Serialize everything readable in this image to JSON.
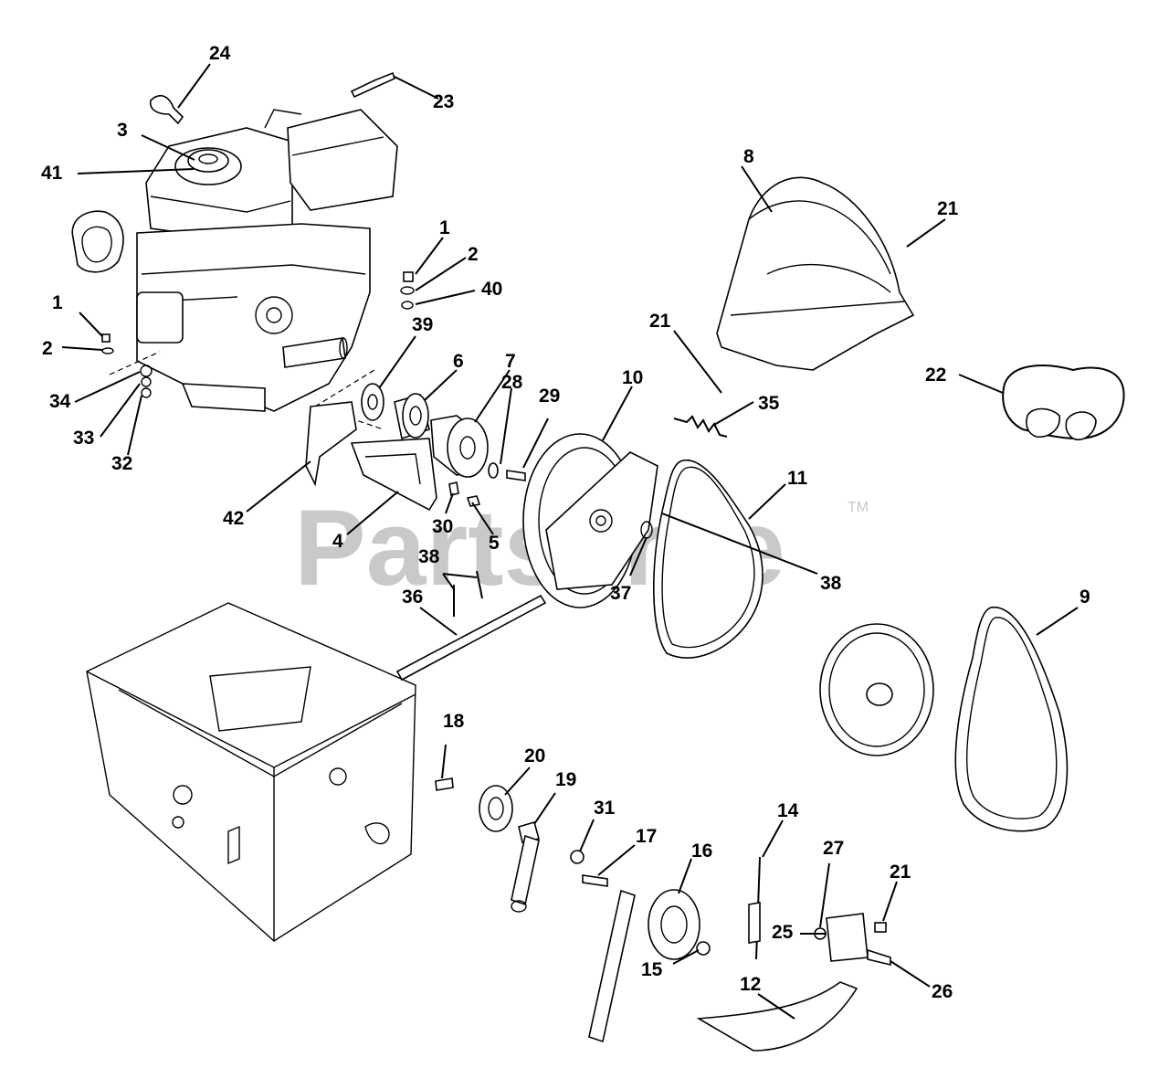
{
  "watermark": {
    "text": "PartsTree",
    "trademark": "TM"
  },
  "callouts": {
    "c24": "24",
    "c23": "23",
    "c3": "3",
    "c41": "41",
    "c1a": "1",
    "c2a": "2",
    "c40": "40",
    "c1b": "1",
    "c2b": "2",
    "c34": "34",
    "c33": "33",
    "c32": "32",
    "c39": "39",
    "c6": "6",
    "c7": "7",
    "c28": "28",
    "c29": "29",
    "c10": "10",
    "c8": "8",
    "c21a": "21",
    "c21b": "21",
    "c22": "22",
    "c35": "35",
    "c11": "11",
    "c38a": "38",
    "c42": "42",
    "c4": "4",
    "c30": "30",
    "c5": "5",
    "c37": "37",
    "c38b": "38",
    "c36": "36",
    "c9": "9",
    "c18": "18",
    "c20": "20",
    "c19": "19",
    "c31": "31",
    "c17": "17",
    "c16": "16",
    "c14": "14",
    "c27": "27",
    "c21c": "21",
    "c25": "25",
    "c15": "15",
    "c12": "12",
    "c26": "26"
  }
}
